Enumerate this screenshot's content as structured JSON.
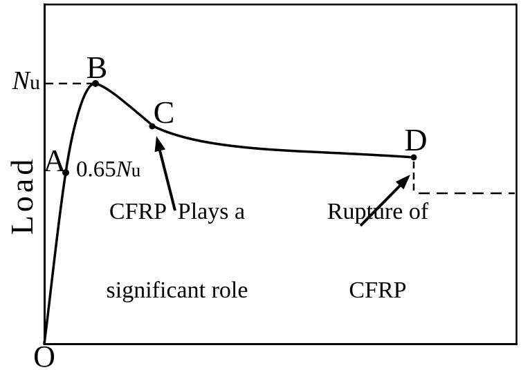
{
  "figure": {
    "background": "#ffffff",
    "ink_color": "#000000"
  },
  "y_axis_label": "Load",
  "origin_label": "O",
  "reference_labels": {
    "nu": {
      "base": "N",
      "sub": "u"
    },
    "a_value": {
      "prefix": "0.65",
      "base": "N",
      "sub": "u"
    }
  },
  "point_labels": {
    "a": "A",
    "b": "B",
    "c": "C",
    "d": "D"
  },
  "annotations": {
    "cfrp": {
      "line1": "CFRP  Plays a",
      "line2": "significant role"
    },
    "rupture": {
      "line1": "Rupture of",
      "line2": "CFRP"
    }
  },
  "chart_data": {
    "type": "line",
    "title": "",
    "xlabel": "",
    "ylabel": "Load",
    "grid": false,
    "legend": "none",
    "axes_note": "x axis has no ticks or label; y axis marked only by Nu dashed reference line and 0.65Nu at point A",
    "y_units": "load expressed in multiples of Nu (peak load)",
    "x_units": "normalized 0-1 across plot width (no ticks shown)",
    "y_reference_lines": [
      {
        "label": "Nu",
        "value": 1.0,
        "style": "dashed",
        "from_x": 0.0,
        "to_x": 0.108
      }
    ],
    "series": [
      {
        "name": "load-curve",
        "style": "solid",
        "points": [
          {
            "x": 0.0,
            "y": 0.0
          },
          {
            "x": 0.045,
            "y": 0.65,
            "label": "A"
          },
          {
            "x": 0.108,
            "y": 1.0,
            "label": "B"
          },
          {
            "x": 0.231,
            "y": 0.84,
            "label": "C"
          },
          {
            "x": 0.5,
            "y": 0.735
          },
          {
            "x": 0.782,
            "y": 0.72,
            "label": "D"
          }
        ]
      },
      {
        "name": "post-rupture-drop",
        "style": "dashed",
        "points": [
          {
            "x": 0.782,
            "y": 0.72
          },
          {
            "x": 0.782,
            "y": 0.58
          },
          {
            "x": 1.0,
            "y": 0.58
          }
        ]
      }
    ],
    "labeled_points": [
      {
        "label": "A",
        "x": 0.045,
        "y": 0.65,
        "value_label": "0.65Nu"
      },
      {
        "label": "B",
        "x": 0.108,
        "y": 1.0,
        "value_label": "Nu"
      },
      {
        "label": "C",
        "x": 0.231,
        "y": 0.84,
        "annotation": "CFRP  Plays a significant role"
      },
      {
        "label": "D",
        "x": 0.782,
        "y": 0.72,
        "annotation": "Rupture of CFRP"
      }
    ]
  }
}
